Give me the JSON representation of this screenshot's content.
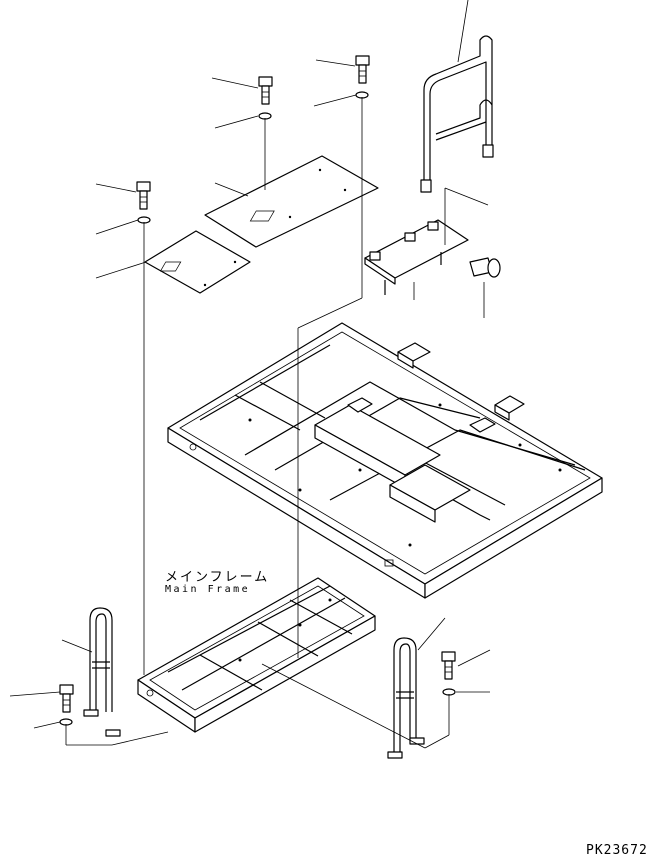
{
  "labels": {
    "main_frame_jp": "メインフレーム",
    "main_frame_en": "Main Frame"
  },
  "figure_code": "PK23672"
}
